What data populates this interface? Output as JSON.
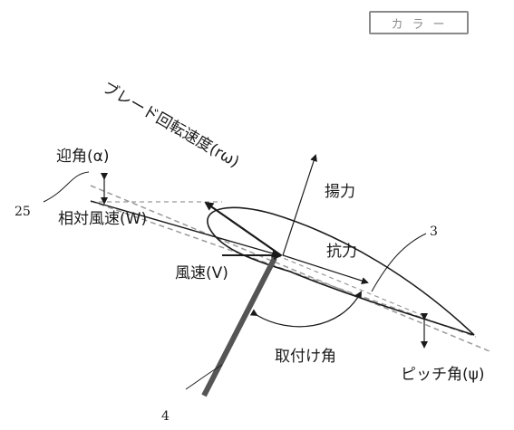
{
  "stamp": {
    "text": "カラー"
  },
  "labels": {
    "blade_speed": "ブレード回転速度(rω)",
    "attack_angle": "迎角(α)",
    "relative_wind": "相対風速(W)",
    "wind": "風速(V)",
    "lift": "揚力",
    "drag": "抗力",
    "mount_angle": "取付け角",
    "pitch_angle": "ピッチ角(ψ)"
  },
  "refs": {
    "r25": "25",
    "r3": "3",
    "r4": "4"
  },
  "colors": {
    "line": "#1a1a1a",
    "dashed": "#9a9a9a",
    "stamp": "#8a8a8a"
  }
}
